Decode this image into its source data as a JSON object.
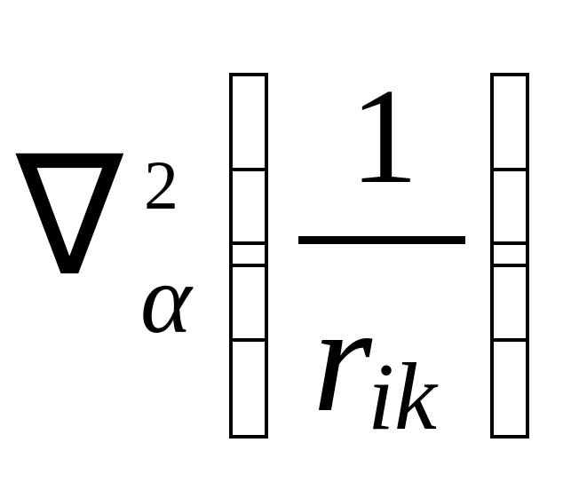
{
  "formula": {
    "operator": "∇",
    "superscript": "2",
    "subscript": "α",
    "numerator": "1",
    "denominator_main": "r",
    "denominator_subscript": "ik"
  }
}
